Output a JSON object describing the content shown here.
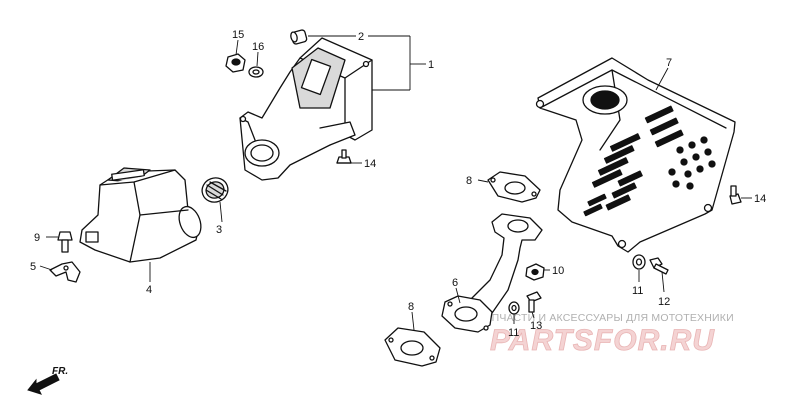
{
  "callouts": {
    "c1": "1",
    "c2": "2",
    "c3": "3",
    "c4": "4",
    "c5": "5",
    "c6": "6",
    "c7": "7",
    "c8a": "8",
    "c8b": "8",
    "c9": "9",
    "c10": "10",
    "c11a": "11",
    "c11b": "11",
    "c12": "12",
    "c13": "13",
    "c14a": "14",
    "c14b": "14",
    "c15": "15",
    "c16": "16"
  },
  "direction": {
    "label": "FR."
  },
  "watermark": {
    "caption": "ЗАПЧАСТИ И АКСЕССУАРЫ ДЛЯ МОТОТЕХНИКИ",
    "logo": "PARTSFOR.RU"
  }
}
